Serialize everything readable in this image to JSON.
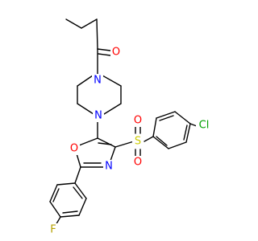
{
  "structure": {
    "atoms": {
      "oxygen_carbonyl": {
        "symbol": "O",
        "color": "#ff0000"
      },
      "n_piperazine_top": {
        "symbol": "N",
        "color": "#0000ff"
      },
      "n_piperazine_bottom": {
        "symbol": "N",
        "color": "#0000ff"
      },
      "oxygen_oxazole": {
        "symbol": "O",
        "color": "#ff0000"
      },
      "n_oxazole": {
        "symbol": "N",
        "color": "#0000ff"
      },
      "sulfur": {
        "symbol": "S",
        "color": "#cccc00"
      },
      "oxygen_sulfonyl_top": {
        "symbol": "O",
        "color": "#ff0000"
      },
      "oxygen_sulfonyl_bottom": {
        "symbol": "O",
        "color": "#ff0000"
      },
      "chlorine": {
        "symbol": "Cl",
        "color": "#00a000"
      },
      "fluorine": {
        "symbol": "F",
        "color": "#b5a000"
      }
    }
  }
}
